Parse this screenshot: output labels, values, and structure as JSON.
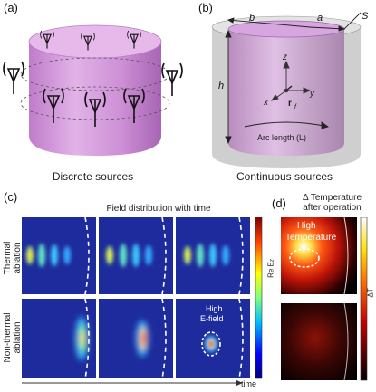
{
  "panels": {
    "a": {
      "label": "(a)",
      "caption": "Discrete sources"
    },
    "b": {
      "label": "(b)",
      "caption": "Continuous sources",
      "dim_b": "b",
      "dim_a": "a",
      "dim_h": "h",
      "surface": "S",
      "axis_x": "x",
      "axis_y": "y",
      "axis_z": "z",
      "r_f": "r",
      "r_f_sub": "f",
      "arc_label": "Arc length (L)"
    },
    "c": {
      "label": "(c)",
      "title": "Field distribution with time",
      "row1_label_1": "Thermal",
      "row1_label_2": "ablation",
      "row2_label_1": "Non-thermal",
      "row2_label_2": "ablation",
      "colorbar_label": "Re E",
      "colorbar_sub": "z",
      "annotation_1": "High",
      "annotation_2": "E-field",
      "time_label": "time"
    },
    "d": {
      "label": "(d)",
      "title_1": "Δ Temperature",
      "title_2": "after operation",
      "annotation_1": "High",
      "annotation_2": "Temperature",
      "colorbar_label": "ΔT"
    }
  },
  "colors": {
    "cylinder": "#c98fd0",
    "outer_shell": "#cfcfcf",
    "field_bg": "#1d2a9a",
    "heat_bg": "#000000"
  }
}
